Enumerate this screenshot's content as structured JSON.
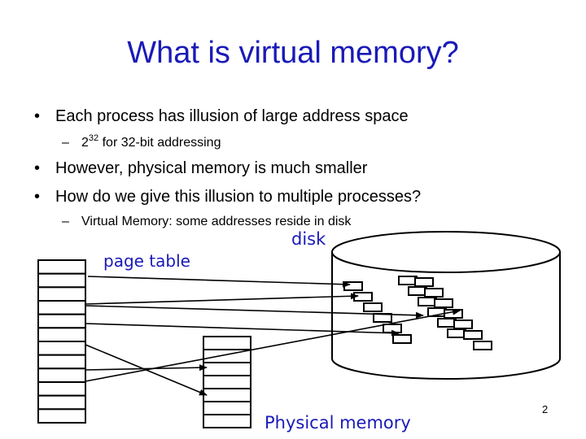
{
  "slide": {
    "title": "What is virtual memory?",
    "bullets": [
      {
        "text": "Each process has illusion of large address space"
      },
      {
        "text": "However, physical memory is much smaller"
      },
      {
        "text": "How do we give this illusion to multiple processes?"
      }
    ],
    "subbullets": [
      {
        "prefix": "2",
        "exponent": "32",
        "suffix": " for 32-bit addressing"
      },
      {
        "text": "Virtual Memory: some addresses reside in disk"
      }
    ],
    "bullet_glyph": "•",
    "dash_glyph": "–",
    "page_number": "2"
  },
  "diagram": {
    "labels": {
      "page_table": "page table",
      "disk": "disk",
      "physical_memory": "Physical memory"
    },
    "page_table_rows": 12,
    "physical_memory_rows": 7,
    "stroke_color": "#000000",
    "label_color": "#1a1ab8"
  }
}
